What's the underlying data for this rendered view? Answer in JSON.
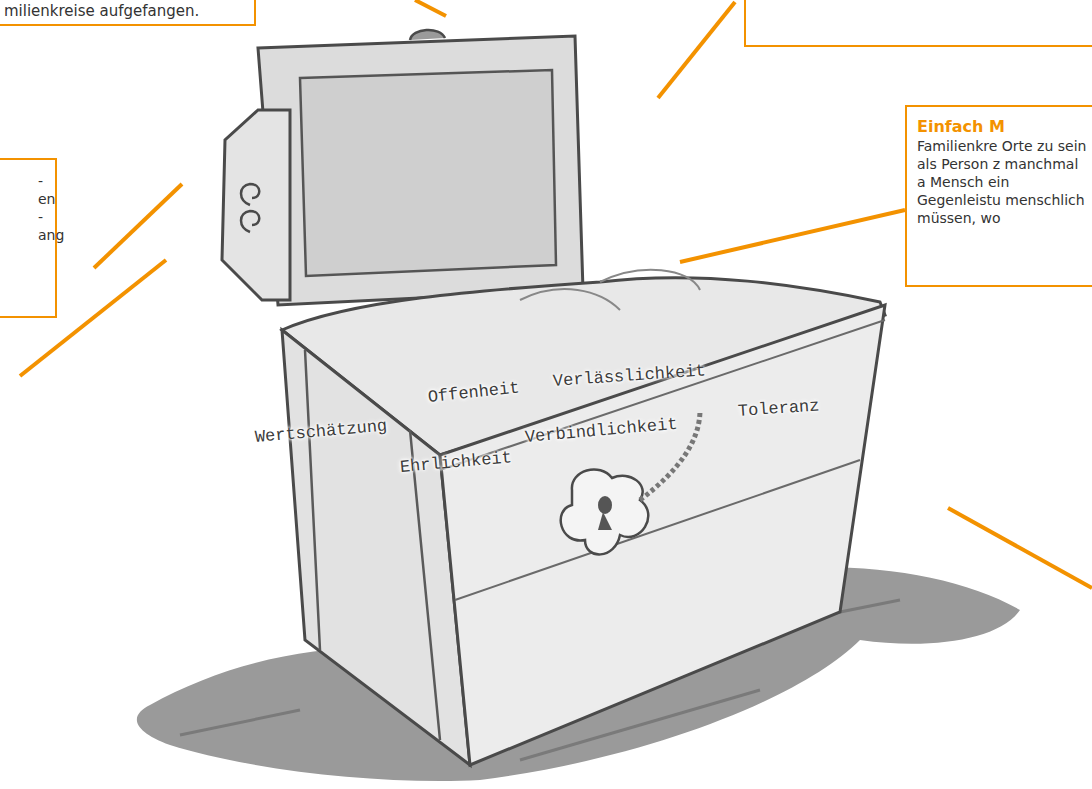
{
  "diagram": {
    "nodes": [
      {
        "text": [
          "milienkreise aufgefangen."
        ]
      },
      {
        "text": [
          "- en - ang"
        ]
      },
      {
        "text": [
          "Einfach M",
          "Familienkre Orte zu sein als Person z manchmal a Mensch ein Gegenleistu menschlich müssen, wo"
        ]
      }
    ],
    "labels": [
      "Offenheit",
      "Verlässlichkeit",
      "Wertschätzung",
      "Verbindlichkeit",
      "Toleranz",
      "Ehrlichkeit"
    ]
  }
}
